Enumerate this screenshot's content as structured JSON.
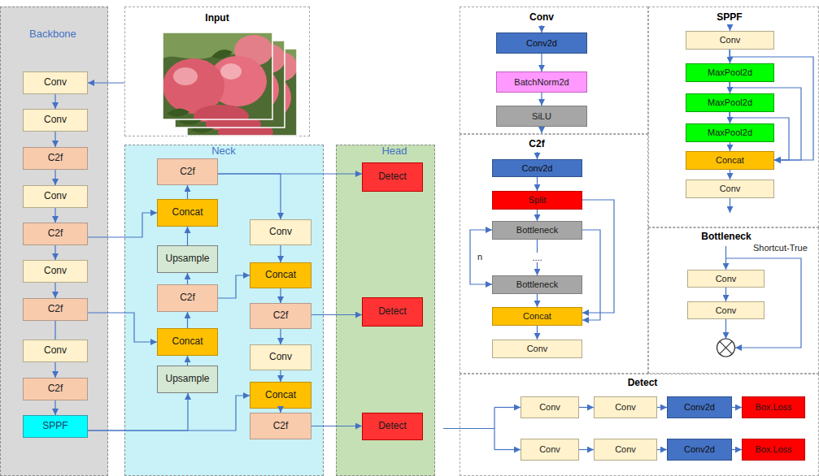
{
  "diagram": {
    "nodes": [
      {
        "text": [
          "Backbone"
        ]
      },
      {
        "text": [
          "Conv"
        ],
        "in": 0
      },
      {
        "text": [
          "Conv"
        ],
        "in": 0
      },
      {
        "text": [
          "C2f"
        ],
        "in": 0
      },
      {
        "text": [
          "Conv"
        ],
        "in": 0
      },
      {
        "text": [
          "C2f"
        ],
        "in": 0
      },
      {
        "text": [
          "Conv"
        ],
        "in": 0
      },
      {
        "text": [
          "C2f"
        ],
        "in": 0
      },
      {
        "text": [
          "Conv"
        ],
        "in": 0
      },
      {
        "text": [
          "C2f"
        ],
        "in": 0
      },
      {
        "text": [
          "SPPF"
        ],
        "in": 0
      },
      {
        "text": [
          "Input"
        ]
      },
      {
        "text": [
          "Neck"
        ]
      },
      {
        "text": [
          "C2f"
        ],
        "in": 12
      },
      {
        "text": [
          "Concat"
        ],
        "in": 12
      },
      {
        "text": [
          "Upsample"
        ],
        "in": 12
      },
      {
        "text": [
          "C2f"
        ],
        "in": 12
      },
      {
        "text": [
          "Concat"
        ],
        "in": 12
      },
      {
        "text": [
          "Upsample"
        ],
        "in": 12
      },
      {
        "text": [
          "Conv"
        ],
        "in": 12
      },
      {
        "text": [
          "Concat"
        ],
        "in": 12
      },
      {
        "text": [
          "C2f"
        ],
        "in": 12
      },
      {
        "text": [
          "Conv"
        ],
        "in": 12
      },
      {
        "text": [
          "Concat"
        ],
        "in": 12
      },
      {
        "text": [
          "C2f"
        ],
        "in": 12
      },
      {
        "text": [
          "Head"
        ]
      },
      {
        "text": [
          "Detect"
        ],
        "in": 25
      },
      {
        "text": [
          "Detect"
        ],
        "in": 25
      },
      {
        "text": [
          "Detect"
        ],
        "in": 25
      },
      {
        "text": [
          "Conv"
        ]
      },
      {
        "text": [
          "Conv2d"
        ],
        "in": 29
      },
      {
        "text": [
          "BatchNorm2d"
        ],
        "in": 29
      },
      {
        "text": [
          "SiLU"
        ],
        "in": 29
      },
      {
        "text": [
          "SPPF"
        ]
      },
      {
        "text": [
          "Conv"
        ],
        "in": 33
      },
      {
        "text": [
          "MaxPool2d"
        ],
        "in": 33
      },
      {
        "text": [
          "MaxPool2d"
        ],
        "in": 33
      },
      {
        "text": [
          "MaxPool2d"
        ],
        "in": 33
      },
      {
        "text": [
          "Concat"
        ],
        "in": 33
      },
      {
        "text": [
          "Conv"
        ],
        "in": 33
      },
      {
        "text": [
          "C2f"
        ]
      },
      {
        "text": [
          "Conv2d"
        ],
        "in": 40
      },
      {
        "text": [
          "Split"
        ],
        "in": 40
      },
      {
        "text": [
          "Bottleneck"
        ],
        "in": 40
      },
      {
        "text": [
          "Bottleneck"
        ],
        "in": 40
      },
      {
        "text": [
          "Concat"
        ],
        "in": 40
      },
      {
        "text": [
          "Conv"
        ],
        "in": 40
      },
      {
        "text": [
          "Bottleneck"
        ]
      },
      {
        "text": [
          "Conv"
        ],
        "in": 47
      },
      {
        "text": [
          "Conv"
        ],
        "in": 47
      },
      {
        "text": [
          "Detect"
        ]
      },
      {
        "text": [
          "Conv"
        ],
        "in": 50
      },
      {
        "text": [
          "Conv"
        ],
        "in": 50
      },
      {
        "text": [
          "Conv2d"
        ],
        "in": 50
      },
      {
        "text": [
          "Box.Loss"
        ],
        "in": 50
      },
      {
        "text": [
          "Conv"
        ],
        "in": 50
      },
      {
        "text": [
          "Conv"
        ],
        "in": 50
      },
      {
        "text": [
          "Conv2d"
        ],
        "in": 50
      },
      {
        "text": [
          "Box.Loss"
        ],
        "in": 50
      }
    ],
    "edges": [
      {
        "from": 11,
        "to": 1,
        "arrow": "to"
      },
      {
        "from": 1,
        "to": 2,
        "arrow": "to"
      },
      {
        "from": 2,
        "to": 3,
        "arrow": "to"
      },
      {
        "from": 3,
        "to": 4,
        "arrow": "to"
      },
      {
        "from": 4,
        "to": 5,
        "arrow": "to"
      },
      {
        "from": 5,
        "to": 6,
        "arrow": "to"
      },
      {
        "from": 6,
        "to": 7,
        "arrow": "to"
      },
      {
        "from": 7,
        "to": 8,
        "arrow": "none"
      },
      {
        "from": 8,
        "to": 9,
        "arrow": "to"
      },
      {
        "from": 9,
        "to": 10,
        "arrow": "to"
      },
      {
        "from": 10,
        "to": 18,
        "arrow": "to"
      },
      {
        "from": 10,
        "to": 23,
        "arrow": "to"
      },
      {
        "from": 18,
        "to": 17,
        "arrow": "to"
      },
      {
        "from": 7,
        "to": 17,
        "arrow": "to"
      },
      {
        "from": 17,
        "to": 16,
        "arrow": "to"
      },
      {
        "from": 16,
        "to": 15,
        "arrow": "to"
      },
      {
        "from": 16,
        "to": 20,
        "arrow": "to"
      },
      {
        "from": 15,
        "to": 14,
        "arrow": "to"
      },
      {
        "from": 5,
        "to": 14,
        "arrow": "to"
      },
      {
        "from": 14,
        "to": 13,
        "arrow": "to"
      },
      {
        "from": 13,
        "to": 26,
        "arrow": "to"
      },
      {
        "from": 13,
        "to": 19,
        "arrow": "to"
      },
      {
        "from": 19,
        "to": 20,
        "arrow": "to"
      },
      {
        "from": 20,
        "to": 21,
        "arrow": "to"
      },
      {
        "from": 21,
        "to": 27,
        "arrow": "to"
      },
      {
        "from": 21,
        "to": 22,
        "arrow": "to"
      },
      {
        "from": 22,
        "to": 23,
        "arrow": "to"
      },
      {
        "from": 23,
        "to": 24,
        "arrow": "to"
      },
      {
        "from": 24,
        "to": 28,
        "arrow": "to"
      },
      {
        "from": 30,
        "to": 31,
        "arrow": "to"
      },
      {
        "from": 31,
        "to": 32,
        "arrow": "to"
      },
      {
        "from": 34,
        "to": 35,
        "arrow": "to"
      },
      {
        "from": 35,
        "to": 36,
        "arrow": "to"
      },
      {
        "from": 36,
        "to": 37,
        "arrow": "to"
      },
      {
        "from": 37,
        "to": 38,
        "arrow": "to"
      },
      {
        "from": 38,
        "to": 39,
        "arrow": "to"
      },
      {
        "from": 34,
        "to": 38,
        "arrow": "to"
      },
      {
        "from": 35,
        "to": 38,
        "arrow": "to"
      },
      {
        "from": 36,
        "to": 38,
        "arrow": "to"
      },
      {
        "from": 41,
        "to": 42,
        "arrow": "to"
      },
      {
        "from": 42,
        "to": 43,
        "arrow": "to"
      },
      {
        "from": 43,
        "to": 44,
        "arrow": "to",
        "label": "...."
      },
      {
        "from": 43,
        "to": 44,
        "arrow": "both",
        "label": "n"
      },
      {
        "from": 44,
        "to": 45,
        "arrow": "to"
      },
      {
        "from": 45,
        "to": 46,
        "arrow": "to"
      },
      {
        "from": 42,
        "to": 45,
        "arrow": "to"
      },
      {
        "from": 43,
        "to": 45,
        "arrow": "to"
      },
      {
        "from": 48,
        "to": 49,
        "arrow": "to"
      },
      {
        "from": 51,
        "to": 52,
        "arrow": "to"
      },
      {
        "from": 52,
        "to": 53,
        "arrow": "to"
      },
      {
        "from": 53,
        "to": 54,
        "arrow": "to"
      },
      {
        "from": 55,
        "to": 56,
        "arrow": "to"
      },
      {
        "from": 56,
        "to": 57,
        "arrow": "to"
      },
      {
        "from": 57,
        "to": 58,
        "arrow": "to"
      }
    ],
    "labels": [
      "Shortcut-True"
    ]
  }
}
